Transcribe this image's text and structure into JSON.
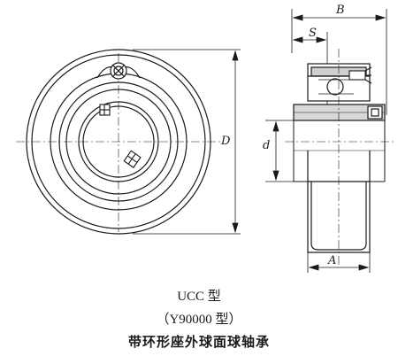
{
  "diagram": {
    "dimension_labels": {
      "B": "B",
      "S": "S",
      "D": "D",
      "d": "d",
      "A": "A"
    }
  },
  "caption": {
    "model": "UCC 型",
    "series": "（Y90000 型）",
    "name": "带环形座外球面球轴承"
  }
}
